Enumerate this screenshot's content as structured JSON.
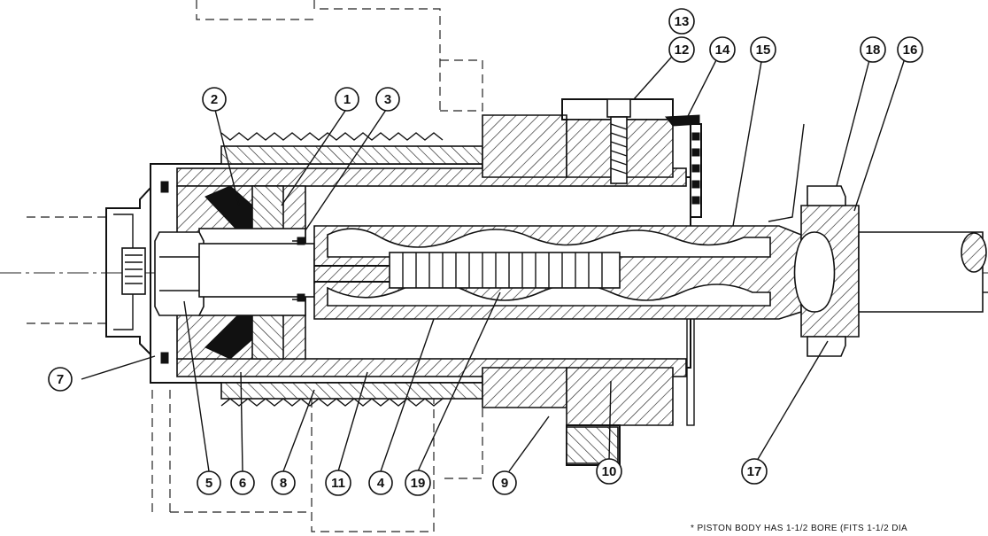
{
  "callouts": [
    {
      "label": "1"
    },
    {
      "label": "2"
    },
    {
      "label": "3"
    },
    {
      "label": "4"
    },
    {
      "label": "5"
    },
    {
      "label": "6"
    },
    {
      "label": "7"
    },
    {
      "label": "8"
    },
    {
      "label": "9"
    },
    {
      "label": "10"
    },
    {
      "label": "11"
    },
    {
      "label": "12"
    },
    {
      "label": "13"
    },
    {
      "label": "14"
    },
    {
      "label": "15"
    },
    {
      "label": "16"
    },
    {
      "label": "17"
    },
    {
      "label": "18"
    },
    {
      "label": "19"
    }
  ],
  "footnote": "* PISTON BODY HAS 1-1/2 BORE (FITS 1-1/2 DIA"
}
